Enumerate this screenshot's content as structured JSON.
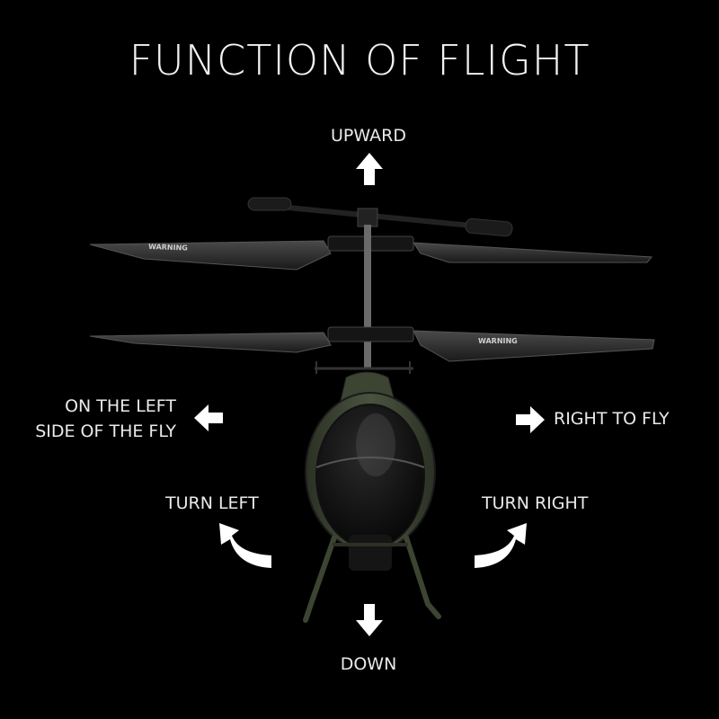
{
  "title": "FUNCTION OF FLIGHT",
  "labels": {
    "up": "UPWARD",
    "down": "DOWN",
    "left_line1": "ON THE LEFT",
    "left_line2": "SIDE OF THE FLY",
    "right": "RIGHT TO FLY",
    "turn_left": "TURN LEFT",
    "turn_right": "TURN RIGHT"
  },
  "blade_text": "WARNING",
  "icons": {
    "up": "arrow-up-icon",
    "down": "arrow-down-icon",
    "left": "arrow-left-icon",
    "right": "arrow-right-icon",
    "turn_left": "curved-arrow-left-icon",
    "turn_right": "curved-arrow-right-icon"
  },
  "colors": {
    "background": "#000000",
    "text": "#eaeaea",
    "body": "#3c4432",
    "blade": "#2a2a2a"
  }
}
